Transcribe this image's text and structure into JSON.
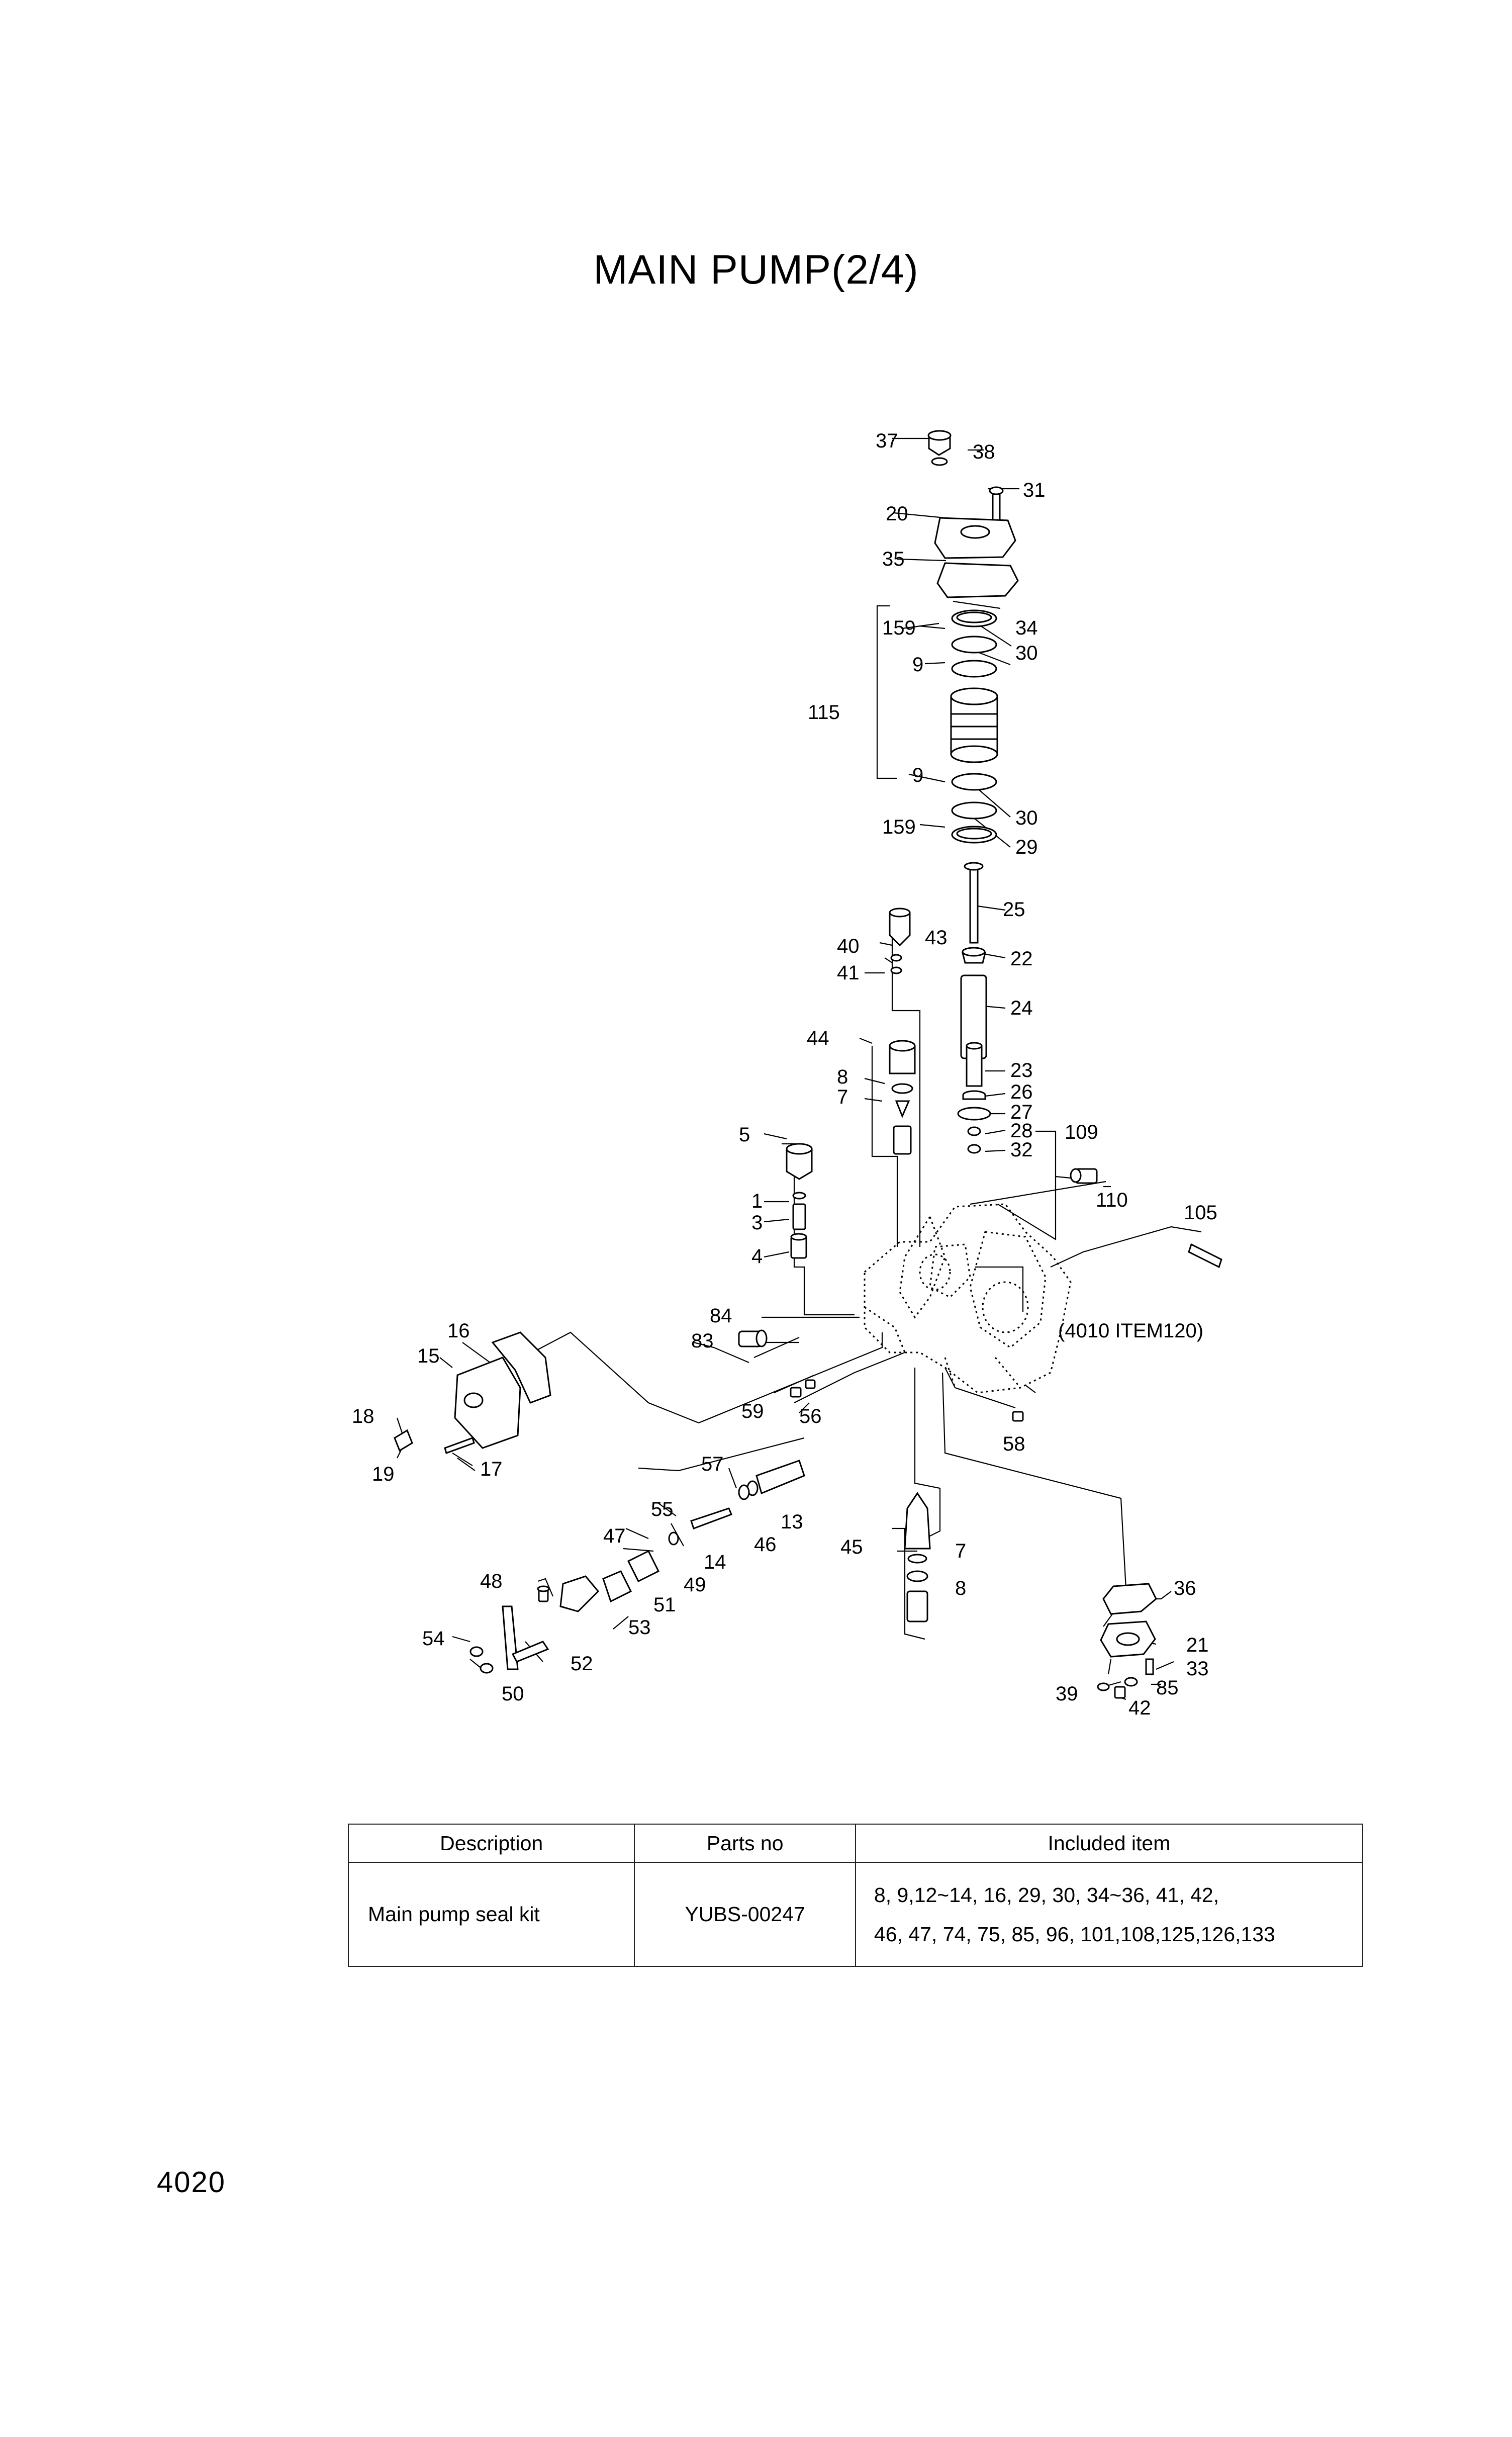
{
  "title": "MAIN PUMP(2/4)",
  "page_number": "4020",
  "note": "(4010 ITEM120)",
  "callouts": [
    "1",
    "3",
    "4",
    "5",
    "7",
    "7",
    "8",
    "8",
    "9",
    "9",
    "13",
    "14",
    "15",
    "16",
    "17",
    "18",
    "19",
    "20",
    "21",
    "22",
    "23",
    "24",
    "25",
    "26",
    "27",
    "28",
    "29",
    "30",
    "30",
    "31",
    "32",
    "33",
    "34",
    "35",
    "36",
    "37",
    "38",
    "39",
    "40",
    "41",
    "42",
    "43",
    "44",
    "45",
    "46",
    "47",
    "48",
    "49",
    "50",
    "51",
    "52",
    "53",
    "54",
    "55",
    "56",
    "57",
    "58",
    "59",
    "83",
    "84",
    "85",
    "105",
    "109",
    "110",
    "115",
    "159",
    "159"
  ],
  "table": {
    "headers": [
      "Description",
      "Parts no",
      "Included item"
    ],
    "rows": [
      {
        "description": "Main pump seal kit",
        "parts_no": "YUBS-00247",
        "included_line1": "8, 9,12~14, 16, 29, 30, 34~36, 41, 42,",
        "included_line2": "46, 47, 74, 75, 85, 96, 101,108,125,126,133"
      }
    ]
  }
}
